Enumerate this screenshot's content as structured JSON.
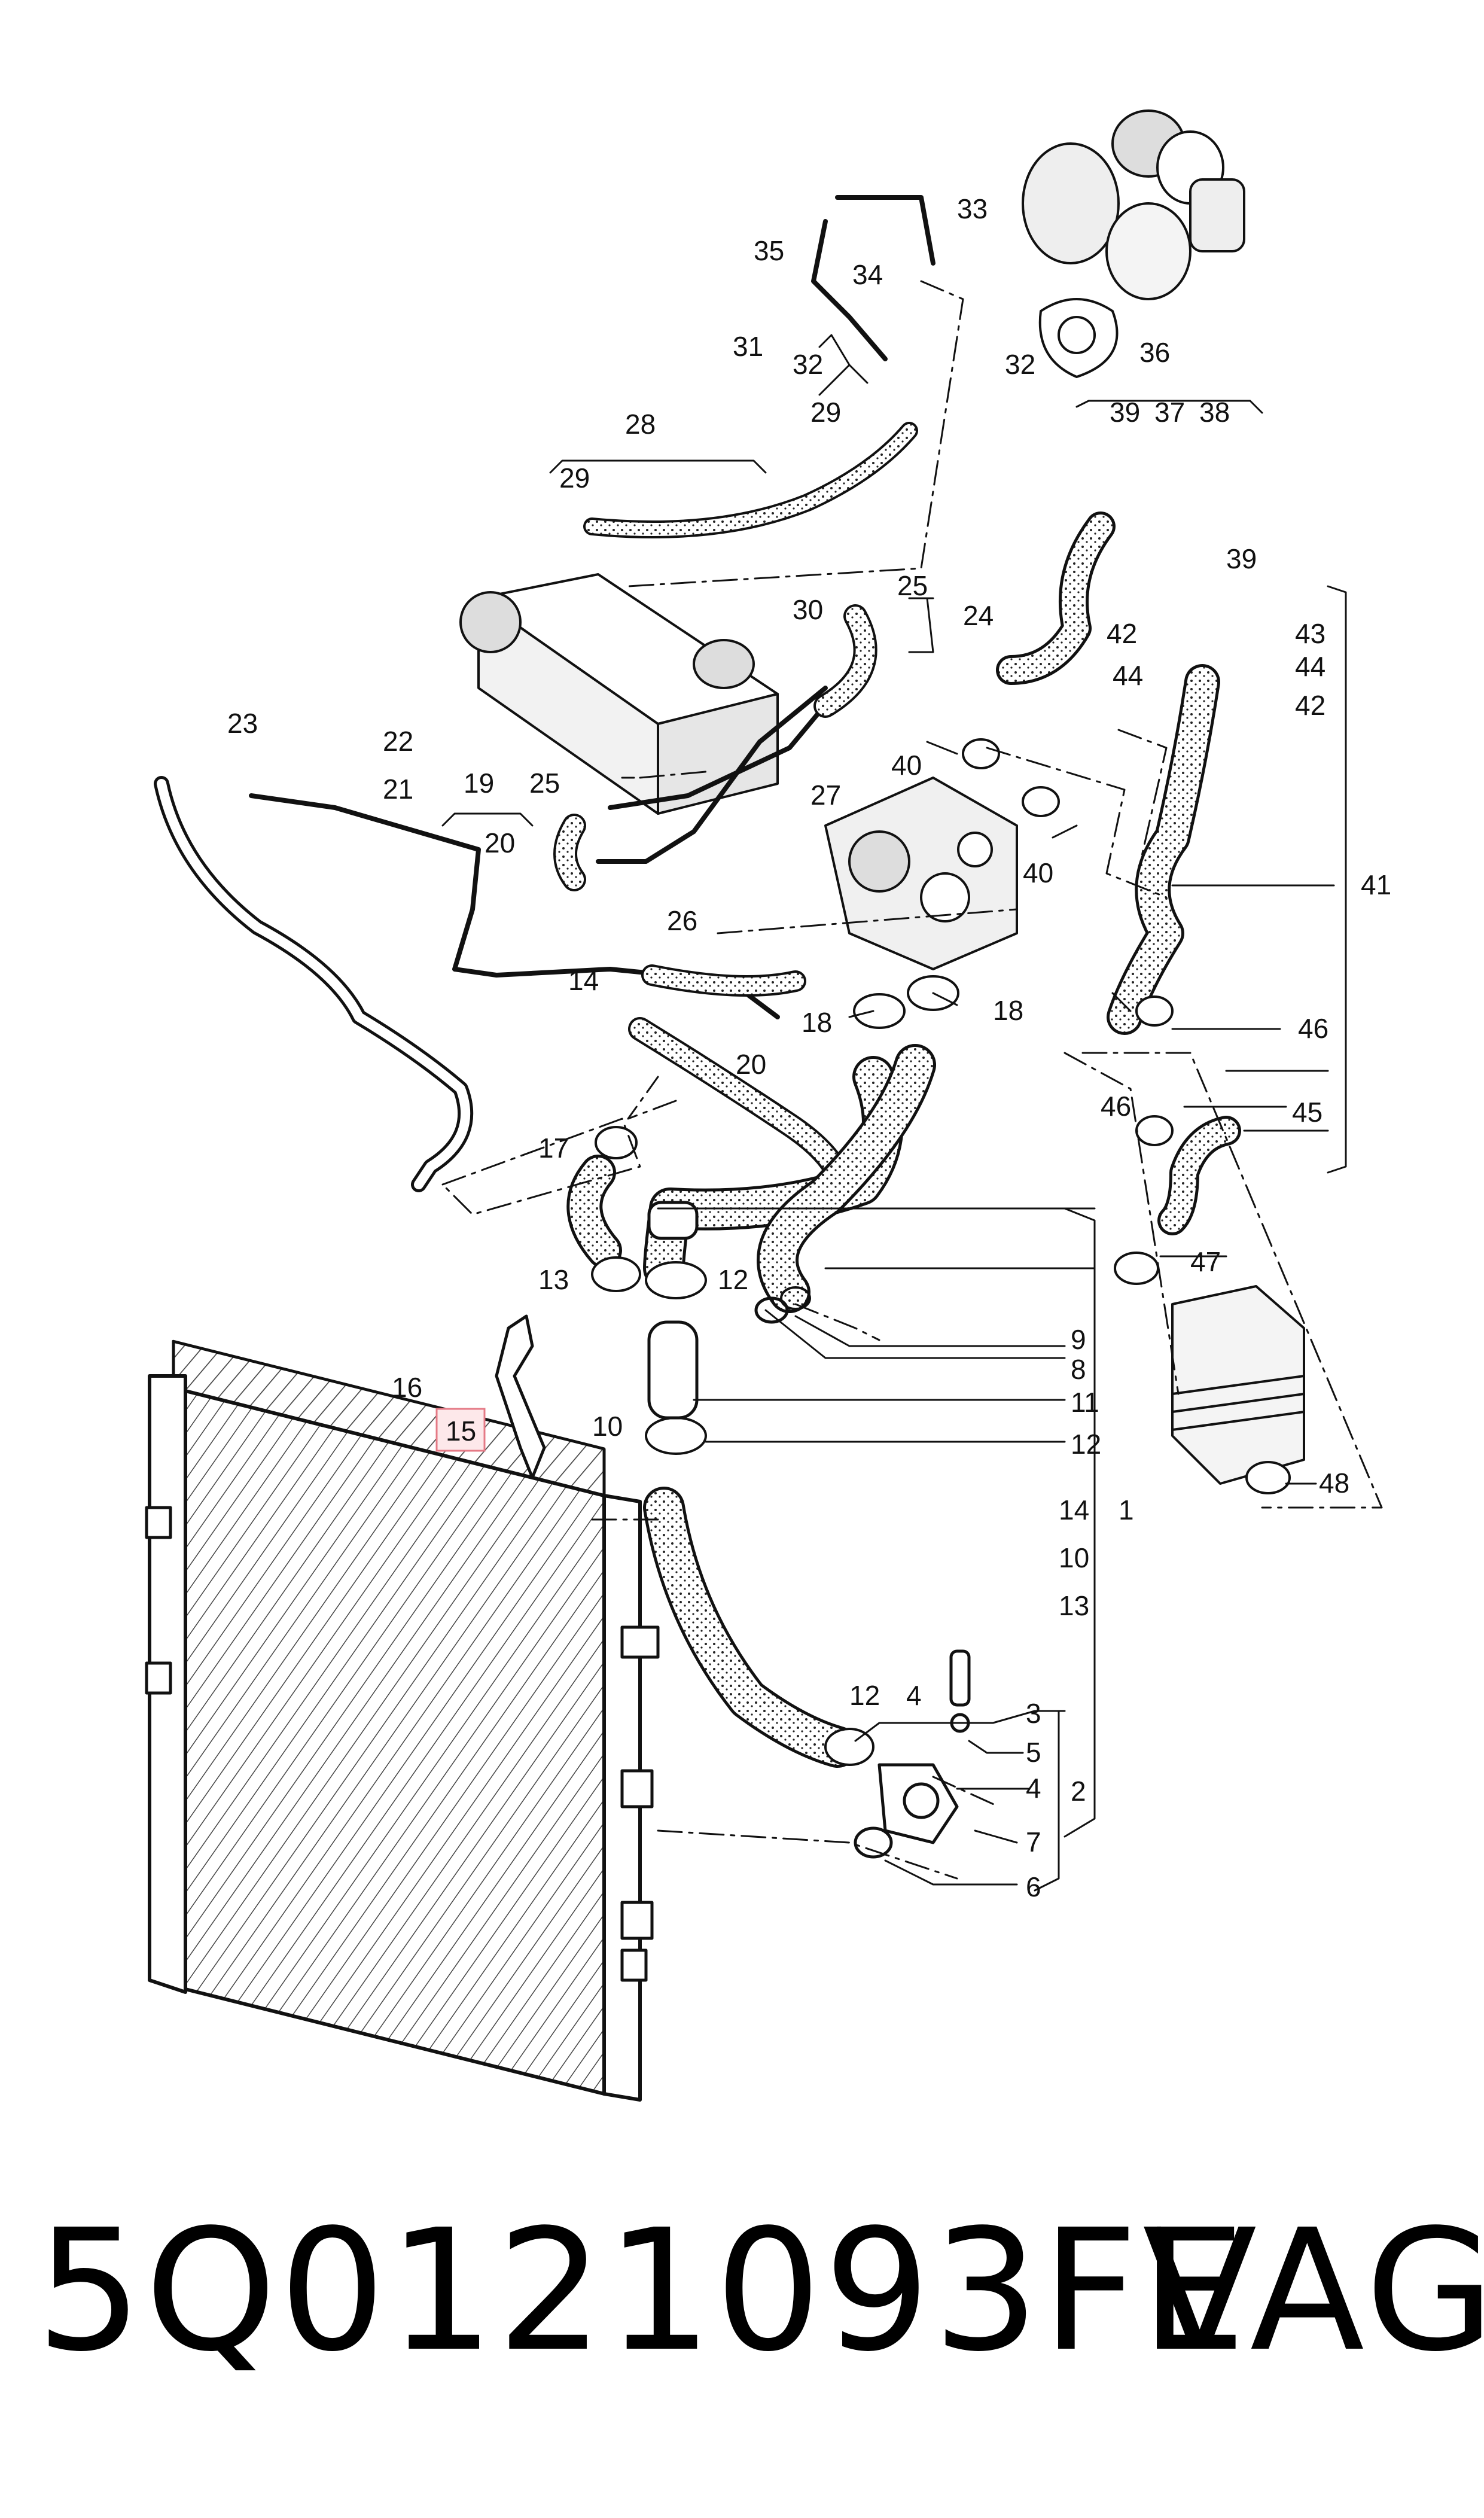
{
  "part_number": "5Q0121093FE",
  "brand": "VAG",
  "highlighted_callout": "15",
  "colors": {
    "line": "#111111",
    "highlight_fill": "#fde8ea",
    "highlight_border": "#e57a86"
  },
  "callouts": {
    "c33": "33",
    "c35": "35",
    "c34": "34",
    "c31": "31",
    "c32a": "32",
    "c32b": "32",
    "c29a": "29",
    "c36": "36",
    "c39a": "39",
    "c37": "37",
    "c38": "38",
    "c28": "28",
    "c29b": "29",
    "c25a": "25",
    "c24": "24",
    "c30": "30",
    "c39b": "39",
    "c42a": "42",
    "c43": "43",
    "c44a": "44",
    "c44b": "44",
    "c42b": "42",
    "c23": "23",
    "c22": "22",
    "c21": "21",
    "c25b": "25",
    "c27": "27",
    "c40a": "40",
    "c19": "19",
    "c20a": "20",
    "c40b": "40",
    "c41": "41",
    "c26": "26",
    "c14a": "14",
    "c18a": "18",
    "c18b": "18",
    "c46a": "46",
    "c20b": "20",
    "c46b": "46",
    "c45": "45",
    "c17": "17",
    "c47": "47",
    "c13a": "13",
    "c12a": "12",
    "c9": "9",
    "c8": "8",
    "c16": "16",
    "c11": "11",
    "c15": "15",
    "c10": "10",
    "c12b": "12",
    "c48": "48",
    "c14b": "14",
    "c1": "1",
    "c10b": "10",
    "c13b": "13",
    "c12c": "12",
    "c4a": "4",
    "c3": "3",
    "c5": "5",
    "c4b": "4",
    "c2": "2",
    "c7": "7",
    "c6": "6"
  }
}
